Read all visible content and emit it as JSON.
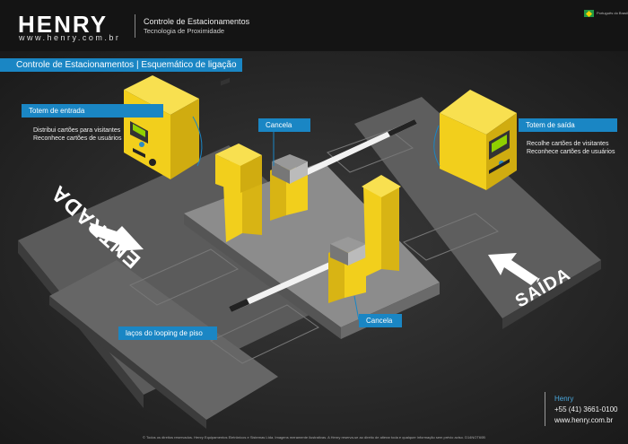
{
  "header": {
    "logo": "HENRY",
    "website": "www.henry.com.br",
    "title": "Controle de Estacionamentos",
    "subtitle": "Tecnologia de Proximidade",
    "language": "Português do Brasil"
  },
  "diagram_title": "Controle de Estacionamentos  |  Esquemático de ligação",
  "labels": {
    "totem_entrada": "Totem de entrada",
    "totem_entrada_note1": "Distribui cartões para visitantes",
    "totem_entrada_note2": "Reconhece cartões de usuários",
    "totem_saida": "Totem de saída",
    "totem_saida_note1": "Recolhe cartões de visitantes",
    "totem_saida_note2": "Reconhece cartões de usuários",
    "cancela_top": "Cancela",
    "cancela_bottom": "Cancela",
    "looping": "laços do looping de piso",
    "entrada": "ENTRADA",
    "saida": "SAÍDA"
  },
  "footer": {
    "brand": "Henry",
    "phone": "+55 (41) 3661-0100",
    "website": "www.henry.com.br",
    "legal": "© Todos os direitos reservados. Henry Equipamentos Eletrônicos e Sistemas Ltda. Imagens meramente ilustrativas. A Henry reserva-se ao direito de alterar toda e qualquer informação sem prévio aviso. D14NOT60B"
  },
  "colors": {
    "accent": "#1a86c4",
    "yellow": "#f2cf1c",
    "background": "#1c1c1c"
  }
}
